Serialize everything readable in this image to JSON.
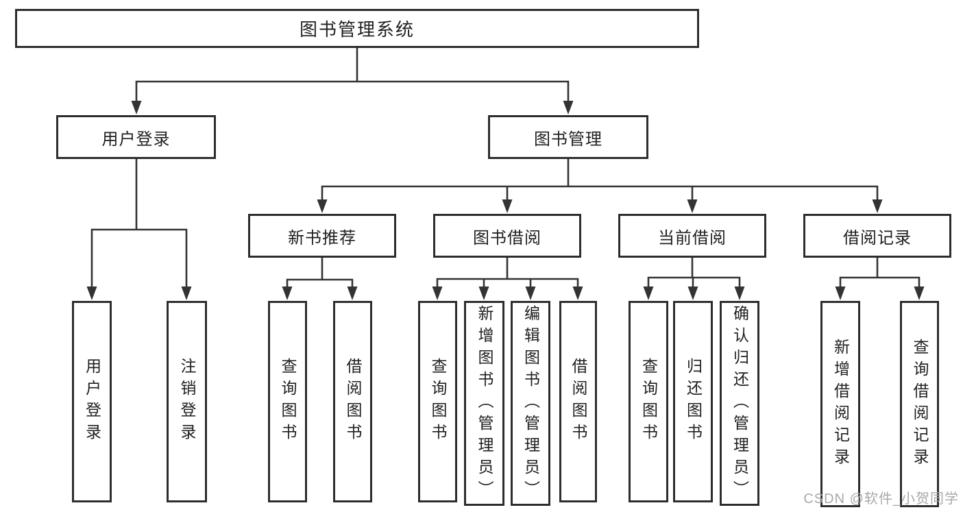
{
  "root": {
    "label": "图书管理系统"
  },
  "branches": {
    "user_login": {
      "label": "用户登录",
      "children": [
        {
          "label": "用户登录"
        },
        {
          "label": "注销登录"
        }
      ]
    },
    "book_mgmt": {
      "label": "图书管理",
      "sections": [
        {
          "label": "新书推荐",
          "children": [
            {
              "label": "查询图书"
            },
            {
              "label": "借阅图书"
            }
          ]
        },
        {
          "label": "图书借阅",
          "children": [
            {
              "label": "查询图书"
            },
            {
              "label": "新增图书（管理员）"
            },
            {
              "label": "编辑图书（管理员）"
            },
            {
              "label": "借阅图书"
            }
          ]
        },
        {
          "label": "当前借阅",
          "children": [
            {
              "label": "查询图书"
            },
            {
              "label": "归还图书"
            },
            {
              "label": "确认归还（管理员）"
            }
          ]
        },
        {
          "label": "借阅记录",
          "children": [
            {
              "label": "新增借阅记录"
            },
            {
              "label": "查询借阅记录"
            }
          ]
        }
      ]
    }
  },
  "watermark": {
    "text": "CSDN @软件_小贺同学"
  },
  "colors": {
    "line": "#333333",
    "box-border": "#2d2d2d",
    "text": "#1f1f1f",
    "watermark": "#a9a9a9",
    "background": "#ffffff"
  }
}
